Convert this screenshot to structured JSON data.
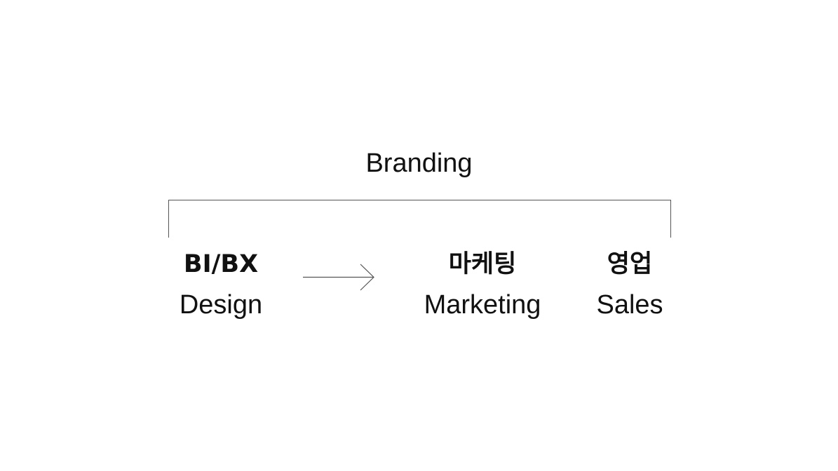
{
  "diagram": {
    "title": "Branding",
    "items": [
      {
        "primary": "BI/BX",
        "secondary": "Design"
      },
      {
        "primary": "마케팅",
        "secondary": "Marketing"
      },
      {
        "primary": "영업",
        "secondary": "Sales"
      }
    ]
  },
  "colors": {
    "text": "#111111",
    "line": "#555555",
    "background": "#ffffff"
  }
}
